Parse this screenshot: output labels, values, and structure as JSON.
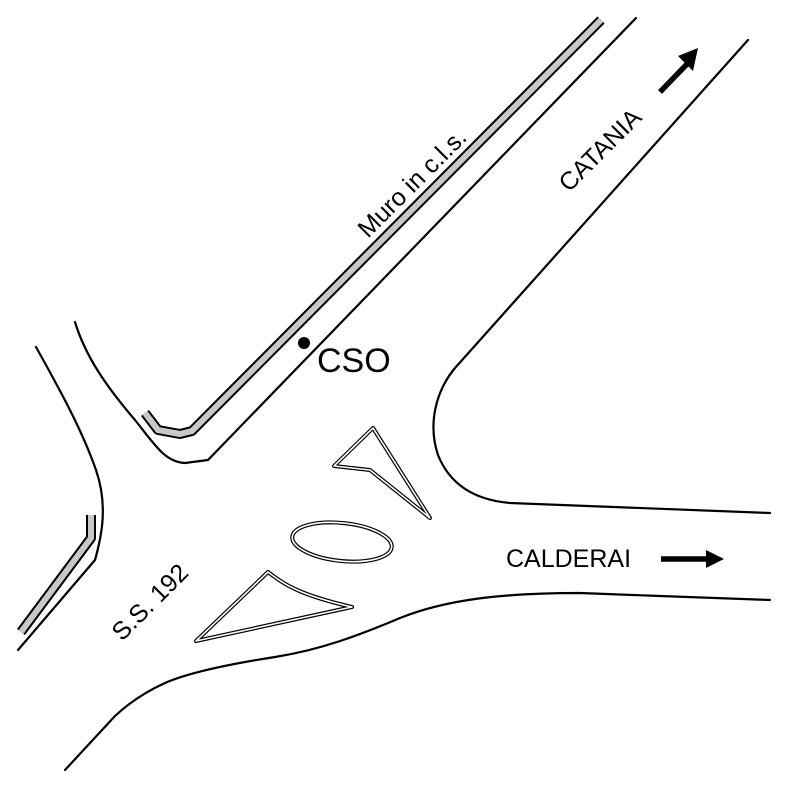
{
  "labels": {
    "wall": "Muro in c.l.s.",
    "catania": "CATANIA",
    "cso": "CSO",
    "calderai": "CALDERAI",
    "road": "S.S. 192"
  },
  "colors": {
    "wall_fill": "#c8c8c8",
    "line": "#000000",
    "background": "#ffffff"
  },
  "icons": {
    "catania_arrow": "arrow-up-right-icon",
    "calderai_arrow": "arrow-right-icon",
    "cso_marker": "point-marker-icon"
  }
}
